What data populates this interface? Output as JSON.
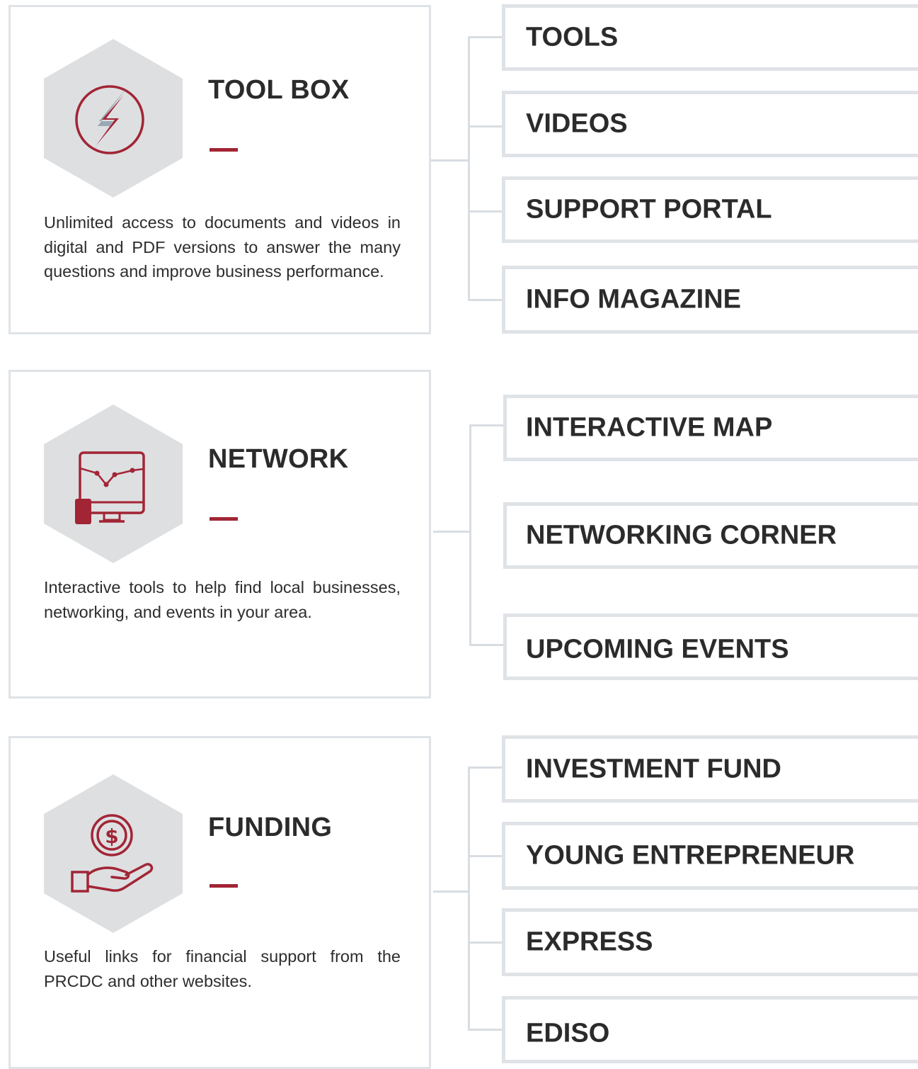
{
  "accent_color": "#a12535",
  "border_color": "#dfe3e7",
  "sections": [
    {
      "title": "TOOL BOX",
      "icon": "lightning-bolt-icon",
      "description": "Unlimited access to documents and videos in digital and PDF versions to answer the many questions and improve business performance.",
      "links": [
        "TOOLS",
        "VIDEOS",
        "SUPPORT PORTAL",
        "INFO MAGAZINE"
      ]
    },
    {
      "title": "NETWORK",
      "icon": "monitor-chart-icon",
      "description": "Interactive tools to help find local businesses, networking, and events in your area.",
      "links": [
        "INTERACTIVE MAP",
        "NETWORKING CORNER",
        "UPCOMING EVENTS"
      ]
    },
    {
      "title": "FUNDING",
      "icon": "hand-dollar-icon",
      "description": "Useful links for financial support from the PRCDC and other websites.",
      "links": [
        "INVESTMENT FUND",
        "YOUNG ENTREPRENEUR",
        "EXPRESS",
        "EDISO"
      ]
    }
  ]
}
